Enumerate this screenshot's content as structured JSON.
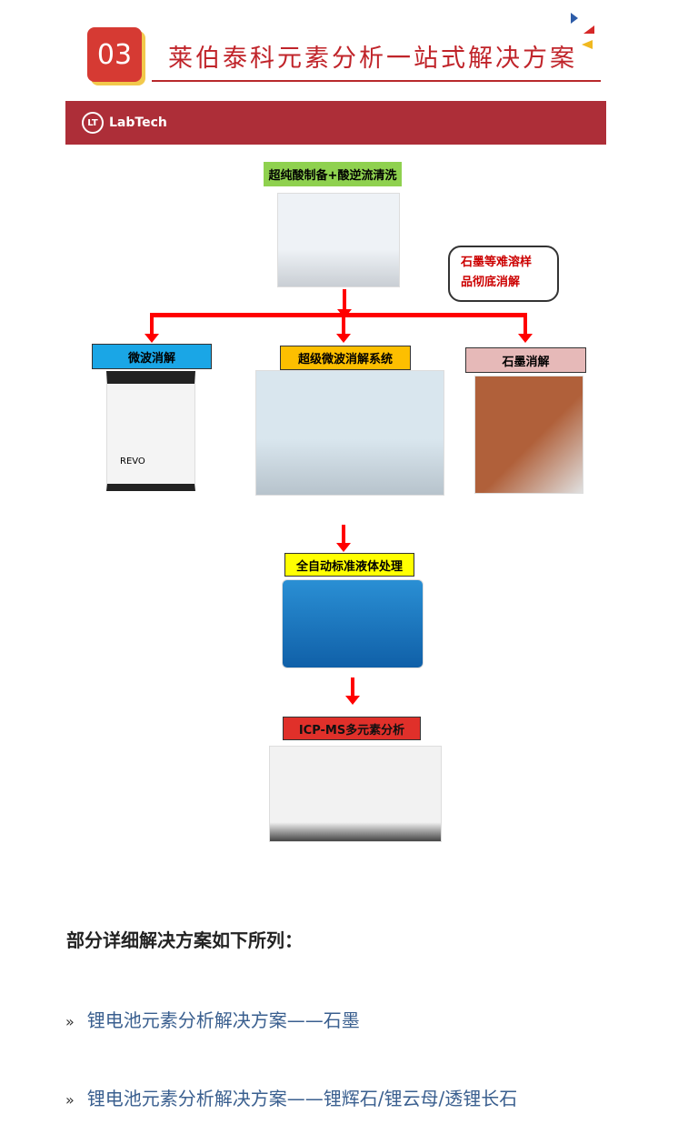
{
  "header": {
    "number": "03",
    "title": "莱伯泰科元素分析一站式解决方案",
    "brand": "LabTech"
  },
  "flow": {
    "top": "超纯酸制备+酸逆流清洗",
    "bubble": [
      "石墨等难溶样",
      "品彻底消解"
    ],
    "left": "微波消解",
    "center": "超级微波消解系统",
    "right": "石墨消解",
    "step3": "全自动标准液体处理",
    "step4": "ICP-MS多元素分析",
    "microwave_brand": "REVO"
  },
  "content": {
    "heading": "部分详细解决方案如下所列：",
    "bullet": "»",
    "links": [
      "锂电池元素分析解决方案——石墨",
      "锂电池元素分析解决方案——锂辉石/锂云母/透锂长石"
    ]
  }
}
